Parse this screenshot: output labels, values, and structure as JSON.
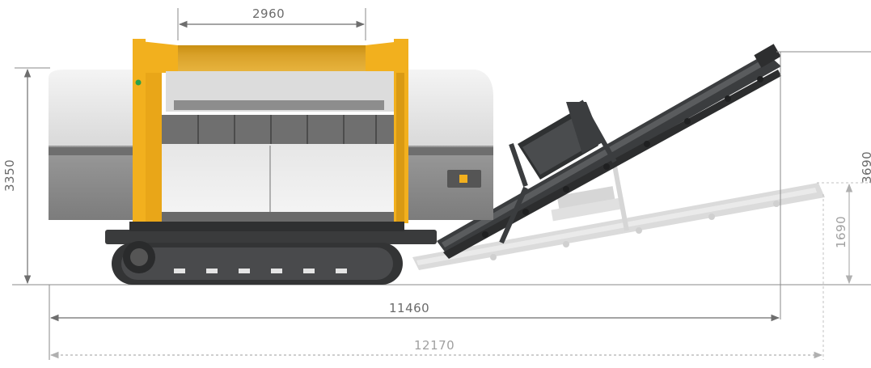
{
  "dimensions": {
    "hopper_width": "2960",
    "machine_height": "3350",
    "conveyor_height": "3690",
    "conveyor_lowered_height": "1690",
    "machine_length": "11460",
    "total_length": "12170"
  },
  "colors": {
    "frame_yellow": "#f2b01e",
    "body_light": "#ececec",
    "body_grey": "#8a8a8a",
    "track_dark": "#3a3b3c",
    "conveyor_dark": "#3b3d3f",
    "dimension_line": "#7a7a7a",
    "dimension_faint": "#b5b5b5"
  }
}
